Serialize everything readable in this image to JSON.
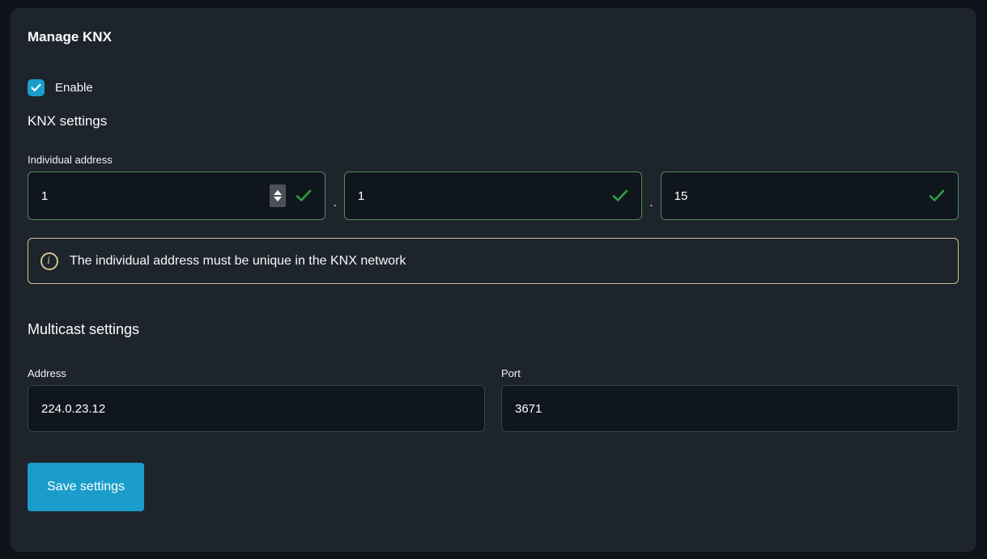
{
  "page": {
    "title": "Manage KNX"
  },
  "enable": {
    "label": "Enable",
    "checked": true
  },
  "knx_settings": {
    "heading": "KNX settings",
    "individual_address": {
      "label": "Individual address",
      "separator": ".",
      "fields": [
        {
          "value": "1"
        },
        {
          "value": "1"
        },
        {
          "value": "15"
        }
      ],
      "info_text": "The individual address must be unique in the KNX network"
    }
  },
  "multicast": {
    "heading": "Multicast settings",
    "address": {
      "label": "Address",
      "value": "224.0.23.12"
    },
    "port": {
      "label": "Port",
      "value": "3671"
    }
  },
  "actions": {
    "save_label": "Save settings"
  },
  "colors": {
    "accent_blue": "#1a9dca",
    "valid_border_green": "#4d8b57",
    "check_green": "#2f9e44",
    "info_border_yellow": "#d2c28c",
    "card_background": "#1e242c",
    "input_background": "#10161d",
    "page_background": "#0f141b"
  }
}
